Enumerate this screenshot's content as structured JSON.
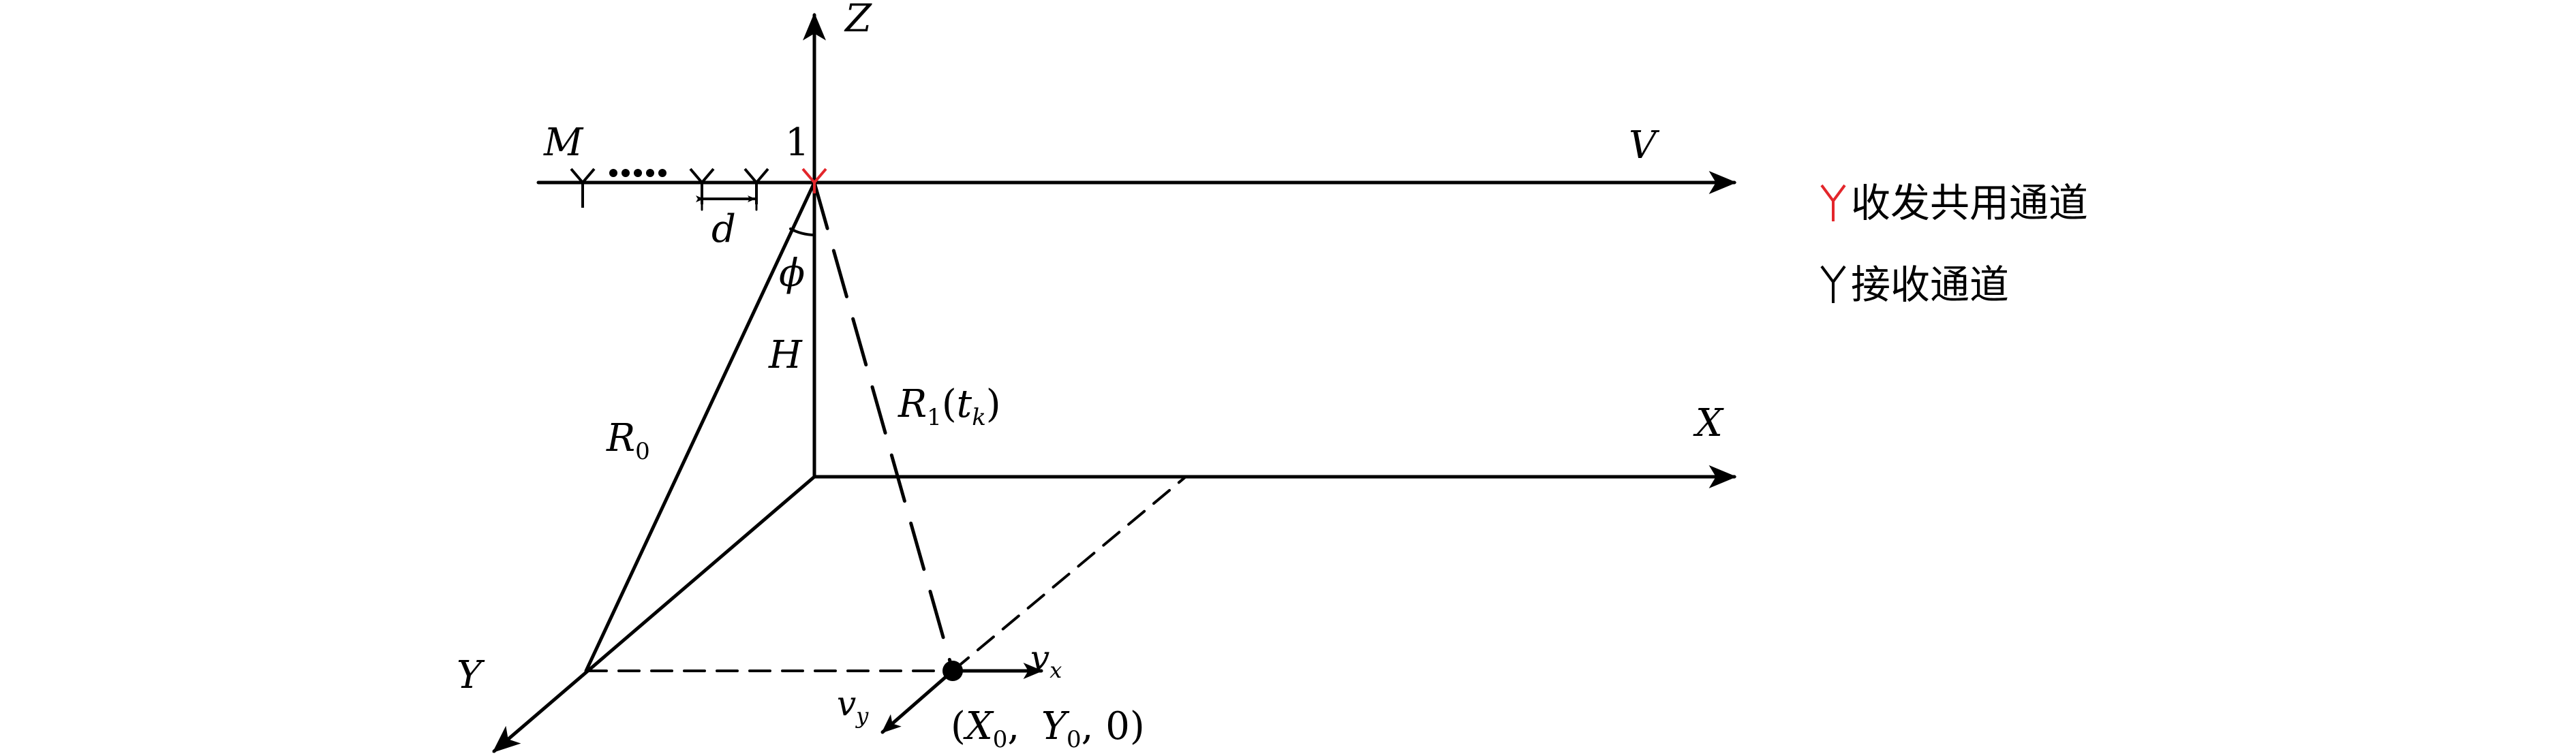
{
  "axes": {
    "z": "Z",
    "x": "X",
    "y": "Y",
    "v": "V"
  },
  "array": {
    "m": "M",
    "one": "1",
    "d": "d"
  },
  "symbols": {
    "phi": "ϕ",
    "h": "H",
    "r0": "R",
    "r0_sub": "0",
    "r1": "R",
    "r1_sub": "1",
    "r1_open": "(",
    "r1_t": "t",
    "r1_t_sub": "k",
    "r1_close": ")",
    "vx": "v",
    "vx_sub": "x",
    "vy": "v",
    "vy_sub": "y"
  },
  "target": {
    "open": "(",
    "x": "X",
    "x_sub": "0",
    "comma1": ", ",
    "y": "Y",
    "y_sub": "0",
    "rest": ", 0)"
  },
  "legend": {
    "items": [
      {
        "icon": "antenna-icon",
        "color": "#e3262b",
        "label": "收发共用通道"
      },
      {
        "icon": "antenna-icon",
        "color": "#000000",
        "label": "接收通道"
      }
    ]
  }
}
